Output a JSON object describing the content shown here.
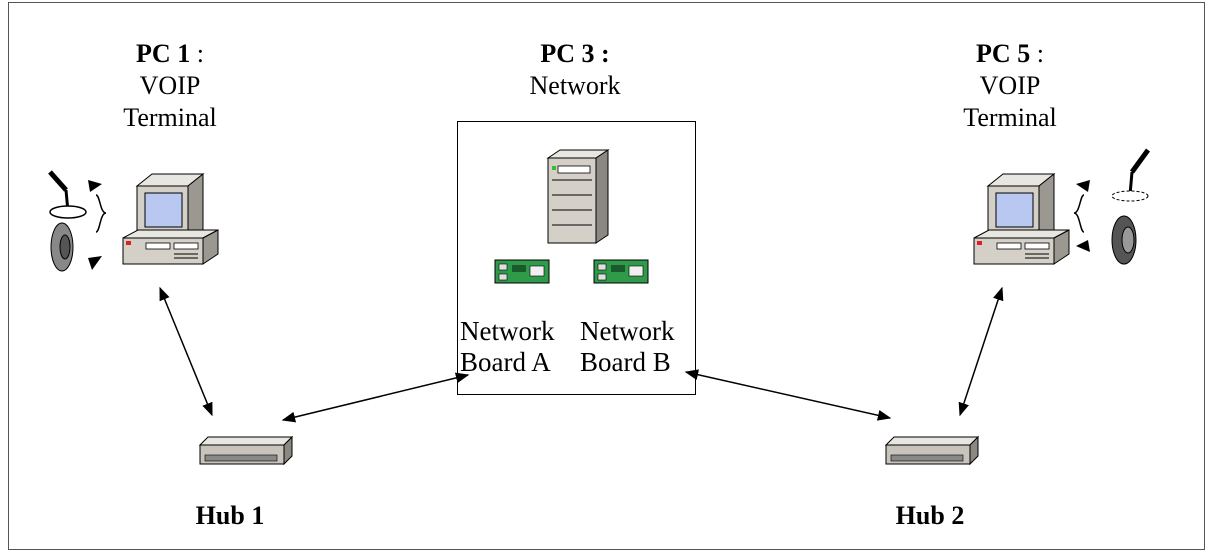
{
  "pc1": {
    "name": "PC 1",
    "sep": " :",
    "line1": "VOIP",
    "line2": "Terminal"
  },
  "pc3": {
    "name": "PC 3",
    "sep": " :",
    "line1": "Network"
  },
  "pc5": {
    "name": "PC 5",
    "sep": " :",
    "line1": "VOIP",
    "line2": "Terminal"
  },
  "boards": {
    "a_line1": "Network",
    "a_line2": "Board A",
    "b_line1": "Network",
    "b_line2": "Board B"
  },
  "hub1": {
    "label": "Hub 1"
  },
  "hub2": {
    "label": "Hub 2"
  },
  "colors": {
    "screen": "#b8c8f0",
    "board": "#2e9a4a",
    "device_body": "#d4d0c8",
    "frame": "#555555"
  }
}
